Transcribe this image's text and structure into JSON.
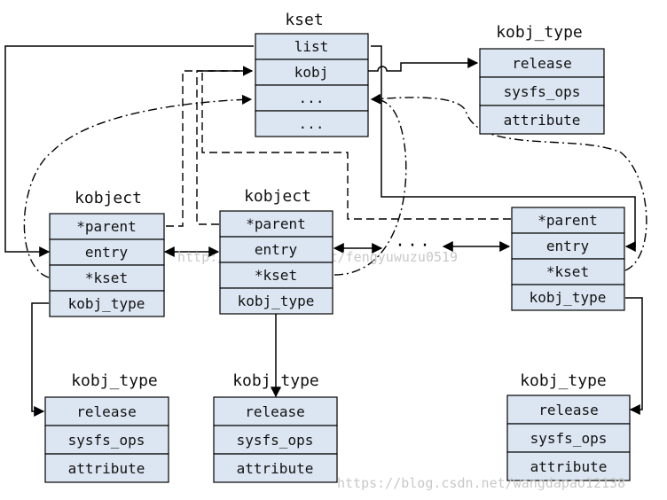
{
  "kset": {
    "title": "kset",
    "fields": [
      "list",
      "kobj",
      "...",
      "..."
    ]
  },
  "kset_type": {
    "title": "kobj_type",
    "fields": [
      "release",
      "sysfs_ops",
      "attribute"
    ]
  },
  "kobjects": [
    {
      "title": "kobject",
      "fields": [
        "*parent",
        "entry",
        "*kset",
        "kobj_type"
      ]
    },
    {
      "title": "kobject",
      "fields": [
        "*parent",
        "entry",
        "*kset",
        "kobj_type"
      ]
    },
    {
      "title": "",
      "fields": [
        "*parent",
        "entry",
        "*kset",
        "kobj_type"
      ]
    }
  ],
  "ktypes": [
    {
      "title": "kobj_type",
      "fields": [
        "release",
        "sysfs_ops",
        "attribute"
      ]
    },
    {
      "title": "kobj_type",
      "fields": [
        "release",
        "sysfs_ops",
        "attribute"
      ]
    },
    {
      "title": "kobj_type",
      "fields": [
        "release",
        "sysfs_ops",
        "attribute"
      ]
    }
  ],
  "ellipsis": "· · ·",
  "watermarks": [
    "http://blog.csdn.net/fengyuwuzu0519",
    "https://blog.csdn.net/wangdapao12138"
  ]
}
